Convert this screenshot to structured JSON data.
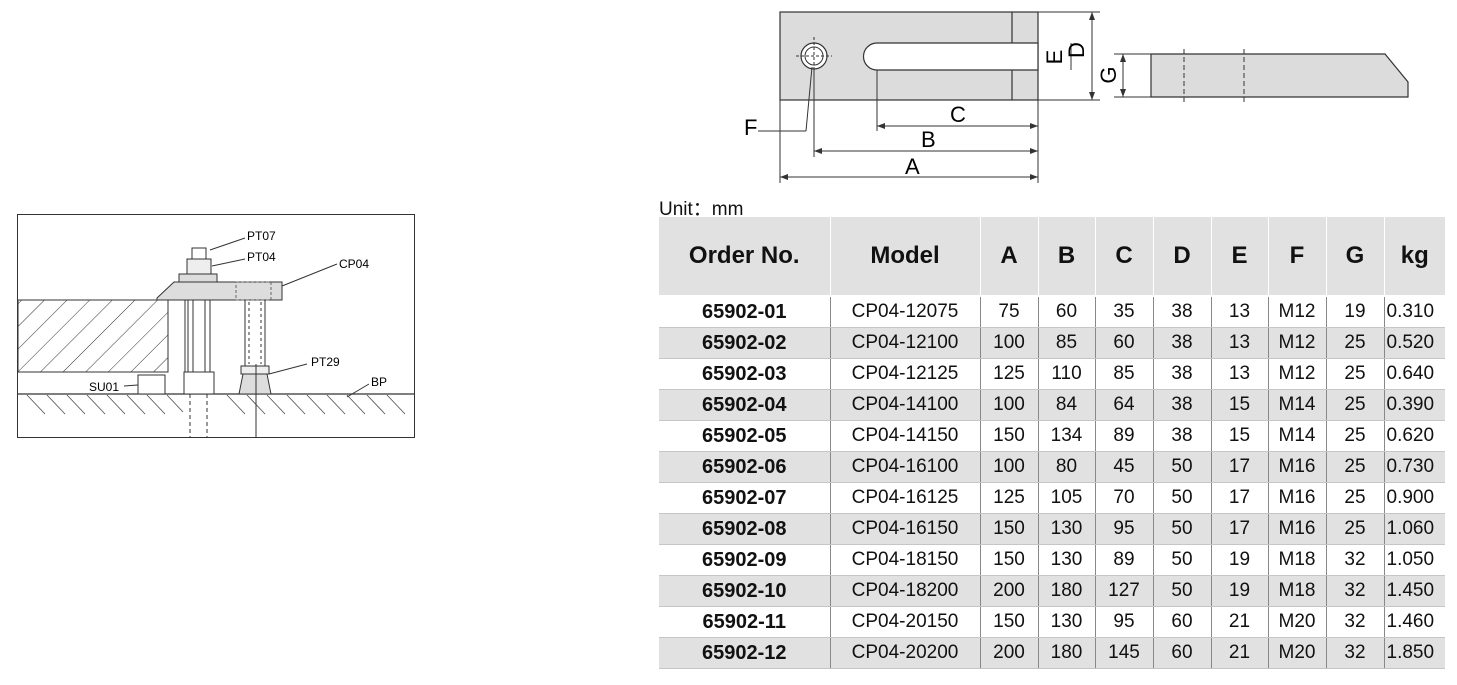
{
  "assembly_labels": {
    "pt07": "PT07",
    "pt04": "PT04",
    "cp04": "CP04",
    "pt29": "PT29",
    "su01": "SU01",
    "bp": "BP"
  },
  "dimension_labels": {
    "a": "A",
    "b": "B",
    "c": "C",
    "d": "D",
    "e": "E",
    "f": "F",
    "g": "G"
  },
  "unit_label": "Unit：mm",
  "table": {
    "headers": [
      "Order No.",
      "Model",
      "A",
      "B",
      "C",
      "D",
      "E",
      "F",
      "G",
      "kg"
    ],
    "rows": [
      [
        "65902-01",
        "CP04-12075",
        "75",
        "60",
        "35",
        "38",
        "13",
        "M12",
        "19",
        "0.310"
      ],
      [
        "65902-02",
        "CP04-12100",
        "100",
        "85",
        "60",
        "38",
        "13",
        "M12",
        "25",
        "0.520"
      ],
      [
        "65902-03",
        "CP04-12125",
        "125",
        "110",
        "85",
        "38",
        "13",
        "M12",
        "25",
        "0.640"
      ],
      [
        "65902-04",
        "CP04-14100",
        "100",
        "84",
        "64",
        "38",
        "15",
        "M14",
        "25",
        "0.390"
      ],
      [
        "65902-05",
        "CP04-14150",
        "150",
        "134",
        "89",
        "38",
        "15",
        "M14",
        "25",
        "0.620"
      ],
      [
        "65902-06",
        "CP04-16100",
        "100",
        "80",
        "45",
        "50",
        "17",
        "M16",
        "25",
        "0.730"
      ],
      [
        "65902-07",
        "CP04-16125",
        "125",
        "105",
        "70",
        "50",
        "17",
        "M16",
        "25",
        "0.900"
      ],
      [
        "65902-08",
        "CP04-16150",
        "150",
        "130",
        "95",
        "50",
        "17",
        "M16",
        "25",
        "1.060"
      ],
      [
        "65902-09",
        "CP04-18150",
        "150",
        "130",
        "89",
        "50",
        "19",
        "M18",
        "32",
        "1.050"
      ],
      [
        "65902-10",
        "CP04-18200",
        "200",
        "180",
        "127",
        "50",
        "19",
        "M18",
        "32",
        "1.450"
      ],
      [
        "65902-11",
        "CP04-20150",
        "150",
        "130",
        "95",
        "60",
        "21",
        "M20",
        "32",
        "1.460"
      ],
      [
        "65902-12",
        "CP04-20200",
        "200",
        "180",
        "145",
        "60",
        "21",
        "M20",
        "32",
        "1.850"
      ]
    ]
  }
}
